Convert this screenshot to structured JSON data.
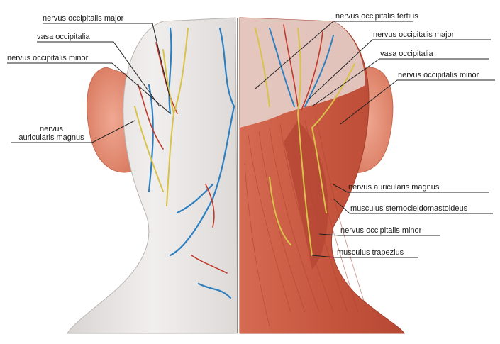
{
  "labels": {
    "left": {
      "n_occ_major": "nervus occipitalis major",
      "vasa_occ": "vasa occipitalia",
      "n_occ_minor": "nervus occipitalis minor",
      "n_aur_magnus_1": "nervus",
      "n_aur_magnus_2": "auricularis magnus"
    },
    "right": {
      "n_occ_tertius": "nervus occipitalis tertius",
      "n_occ_major": "nervus occipitalis major",
      "vasa_occ": "vasa occipitalia",
      "n_occ_minor": "nervus occipitalis minor",
      "n_aur_magnus": "nervus auricularis magnus",
      "m_scm": "musculus sternocleidomastoideus",
      "n_occ_minor_2": "nervus occipitalis minor",
      "m_trap": "musculus trapezius"
    }
  },
  "colors": {
    "skin": "#e9e6e4",
    "muscle": "#c9573f",
    "ear": "#e08a72",
    "nerve": "#d9c24a",
    "vein": "#2d7fc0",
    "artery": "#c0392b"
  }
}
